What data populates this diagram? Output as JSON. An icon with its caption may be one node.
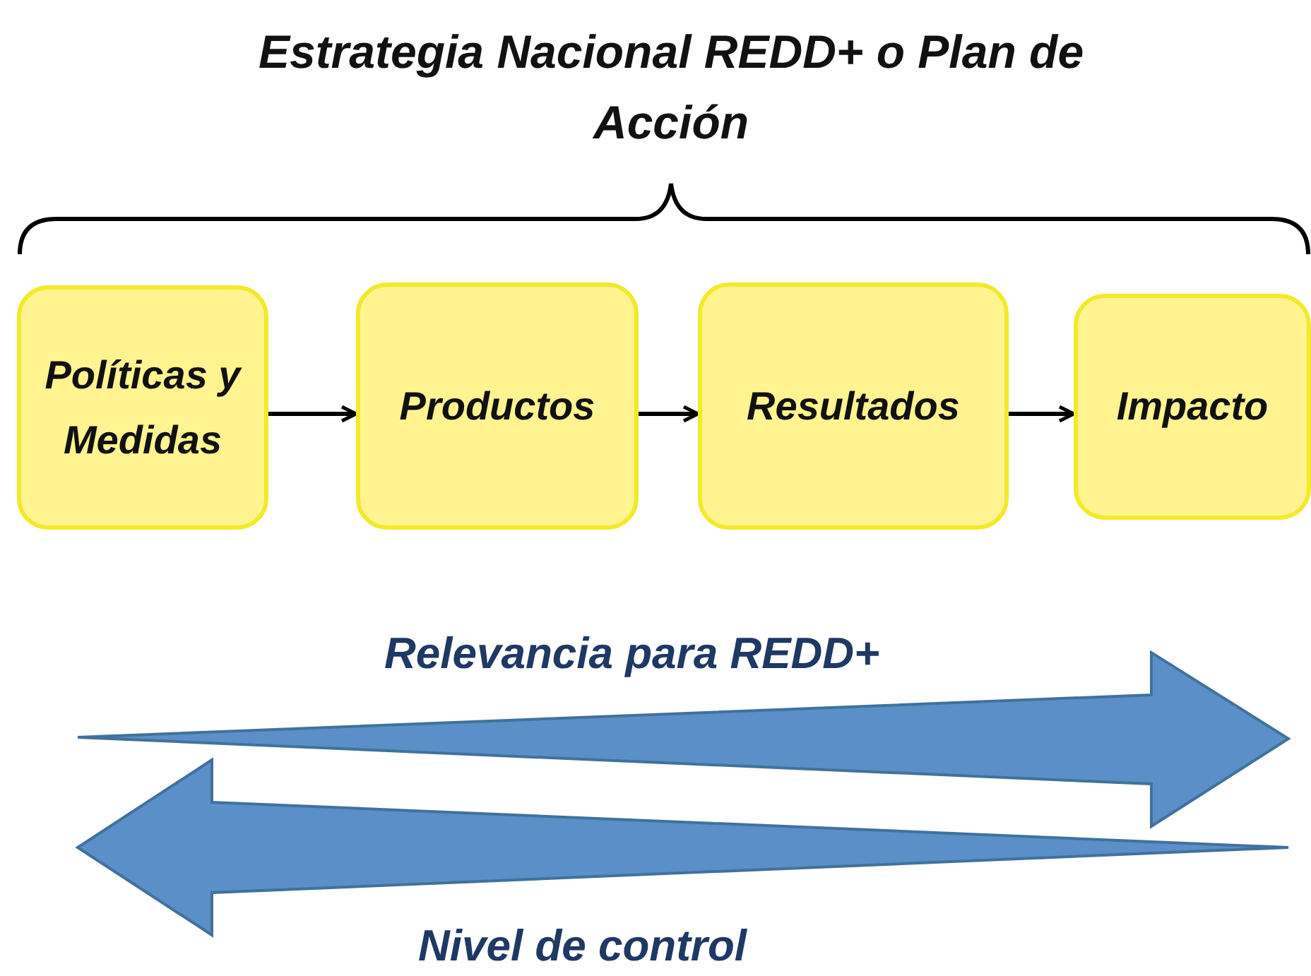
{
  "diagram": {
    "title": "Estrategia Nacional REDD+ o Plan de Acción",
    "nodes": [
      {
        "text": [
          "Políticas y Medidas"
        ]
      },
      {
        "text": [
          "Productos"
        ]
      },
      {
        "text": [
          "Resultados"
        ]
      },
      {
        "text": [
          "Impacto"
        ]
      }
    ],
    "edges": [
      {
        "from": 0,
        "to": 1,
        "arrow": "to"
      },
      {
        "from": 1,
        "to": 2,
        "arrow": "to"
      },
      {
        "from": 2,
        "to": 3,
        "arrow": "to"
      }
    ],
    "labels": [
      "Relevancia para REDD+",
      "Nivel de control"
    ]
  }
}
